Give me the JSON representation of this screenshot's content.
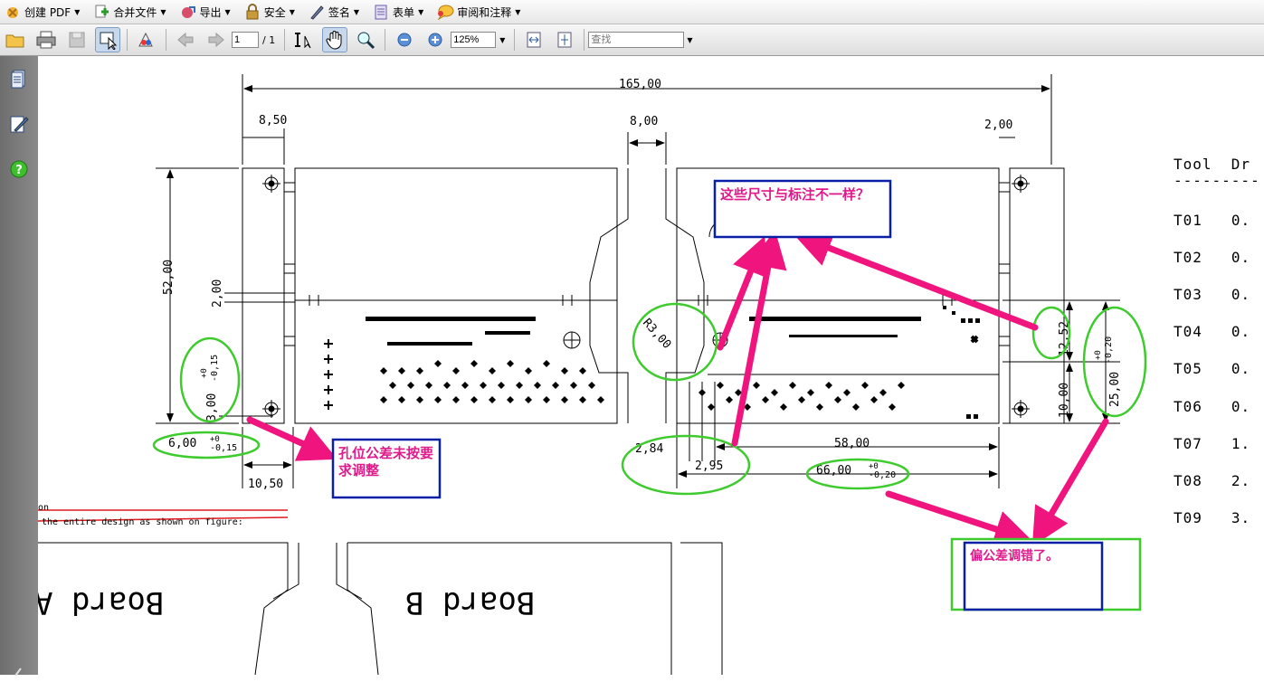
{
  "menubar": {
    "items": [
      {
        "label": "创建 PDF",
        "icon": "create-pdf-icon"
      },
      {
        "label": "合并文件",
        "icon": "combine-files-icon"
      },
      {
        "label": "导出",
        "icon": "export-icon"
      },
      {
        "label": "安全",
        "icon": "lock-icon"
      },
      {
        "label": "签名",
        "icon": "pen-icon"
      },
      {
        "label": "表单",
        "icon": "form-icon"
      },
      {
        "label": "审阅和注释",
        "icon": "comment-icon"
      }
    ]
  },
  "toolbar": {
    "page_current": "1",
    "page_total": "/ 1",
    "zoom": "125%",
    "search_placeholder": "查找"
  },
  "drawing": {
    "dims": {
      "overall_width": "165,00",
      "left_margin": "8,50",
      "gap": "8,00",
      "right_margin": "2,00",
      "height": "52,00",
      "slot": "2,00",
      "hole_v": "3,00",
      "hole_v_tol_plus": "+0",
      "hole_v_tol_minus": "-0,15",
      "hole_h": "6,00",
      "hole_h_tol_plus": "+0",
      "hole_h_tol_minus": "-0,15",
      "hole_pitch": "10,50",
      "radius": "R3,00",
      "d284": "2,84",
      "d295": "2,95",
      "d5800": "58,00",
      "d6600": "66,00",
      "d6600_tol_plus": "+0",
      "d6600_tol_minus": "-0,20",
      "d1252": "12,52",
      "d1000": "10,00",
      "d2500": "25,00",
      "d2500_tol_plus": "+0",
      "d2500_tol_minus": "-0,20"
    },
    "text_lines": [
      "on",
      "the entire design as shown on figure:"
    ],
    "board_a": "Board A",
    "board_b": "Board B"
  },
  "tool_table": {
    "header": "Tool  Dr",
    "rule": "---------",
    "rows": [
      {
        "tool": "T01",
        "value": "0."
      },
      {
        "tool": "T02",
        "value": "0."
      },
      {
        "tool": "T03",
        "value": "0."
      },
      {
        "tool": "T04",
        "value": "0."
      },
      {
        "tool": "T05",
        "value": "0."
      },
      {
        "tool": "T06",
        "value": "0."
      },
      {
        "tool": "T07",
        "value": "1."
      },
      {
        "tool": "T08",
        "value": "2."
      },
      {
        "tool": "T09",
        "value": "3."
      }
    ]
  },
  "notes": {
    "top": "这些尺寸与标注不一样？",
    "left": "孔位公差未按要求调整",
    "right": "偏公差调错了。"
  },
  "colors": {
    "note_text": "#e01a8a",
    "arrow": "#f0147e",
    "ellipse": "#3ecb2e",
    "box": "#0a1fa8"
  }
}
